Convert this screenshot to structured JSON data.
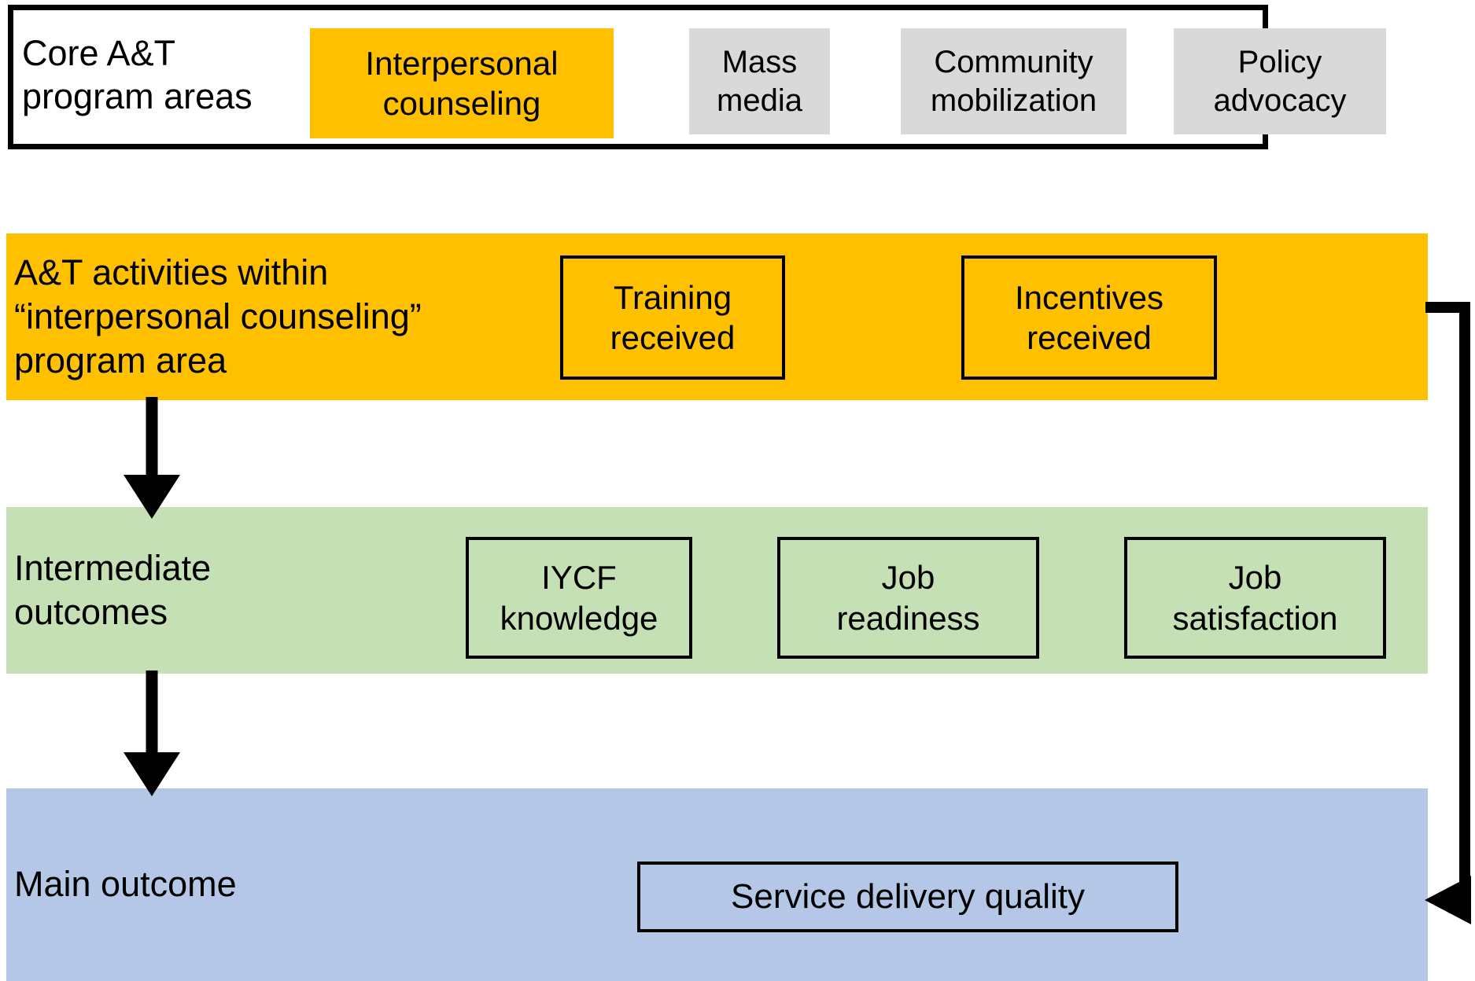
{
  "core": {
    "label": "Core A&T\nprogram areas",
    "areas": [
      {
        "name": "interpersonal-counseling",
        "label": "Interpersonal\ncounseling",
        "color": "#FFC000",
        "highlighted": true
      },
      {
        "name": "mass-media",
        "label": "Mass\nmedia",
        "color": "#D9D9D9",
        "highlighted": false
      },
      {
        "name": "community-mobilization",
        "label": "Community\nmobilization",
        "color": "#D9D9D9",
        "highlighted": false
      },
      {
        "name": "policy-advocacy",
        "label": "Policy\nadvocacy",
        "color": "#D9D9D9",
        "highlighted": false
      }
    ]
  },
  "bands": {
    "activities": {
      "label": "A&T activities within\n“interpersonal counseling”\n program area",
      "color": "#FFC000",
      "nodes": [
        {
          "name": "training-received",
          "label": "Training\nreceived"
        },
        {
          "name": "incentives-received",
          "label": "Incentives\nreceived"
        }
      ]
    },
    "intermediate": {
      "label": "Intermediate\noutcomes",
      "color": "#C5E0B4",
      "nodes": [
        {
          "name": "iycf-knowledge",
          "label": "IYCF\nknowledge"
        },
        {
          "name": "job-readiness",
          "label": "Job\nreadiness"
        },
        {
          "name": "job-satisfaction",
          "label": "Job\nsatisfaction"
        }
      ]
    },
    "main": {
      "label": "Main outcome",
      "color": "#B4C7E7",
      "nodes": [
        {
          "name": "service-delivery-quality",
          "label": "Service delivery quality"
        }
      ]
    }
  },
  "connectors": {
    "stroke": "#000000",
    "arrows": [
      {
        "name": "arrow-activities-to-intermediate",
        "direction": "down"
      },
      {
        "name": "arrow-intermediate-to-main",
        "direction": "down"
      },
      {
        "name": "arrow-activities-to-main-bypass",
        "direction": "left"
      }
    ]
  }
}
